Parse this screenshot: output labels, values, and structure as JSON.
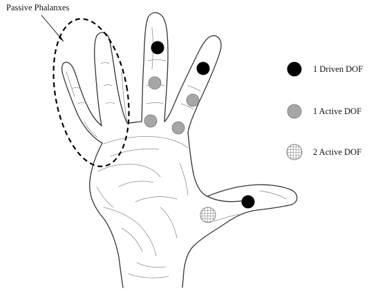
{
  "callout": {
    "label": "Passive Phalanxes"
  },
  "legend": {
    "driven": "1 Driven DOF",
    "active_1": "1 Active DOF",
    "active_2": "2 Active DOF"
  },
  "colors": {
    "driven_dot": "#000000",
    "active_dot": "#a6a6a6",
    "active_dot_border": "#777777",
    "grid_dot_fill": "#ffffff",
    "grid_dot_lines": "#777777",
    "hand_outline": "#333333",
    "crease_lines": "#8c8c8c"
  }
}
